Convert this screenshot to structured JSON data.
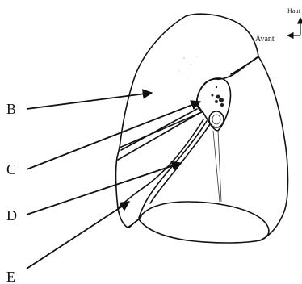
{
  "orientation": {
    "up_label": "Haut",
    "front_label": "Avant"
  },
  "labels": {
    "b": "B",
    "c": "C",
    "d": "D",
    "e": "E"
  }
}
